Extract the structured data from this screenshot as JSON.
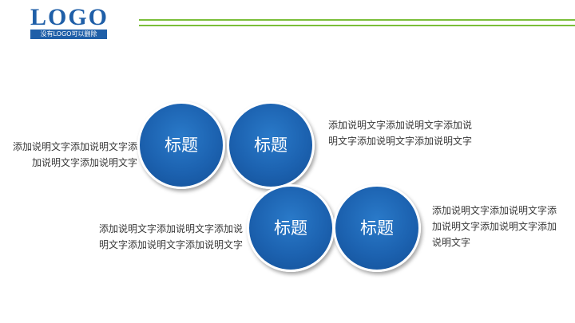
{
  "logo": {
    "title": "LOGO",
    "subtitle": "没有LOGO可以删除"
  },
  "items": [
    {
      "title": "标题",
      "description": "添加说明文字添加说明文字添加说明文字添加说明文字"
    },
    {
      "title": "标题",
      "description": "添加说明文字添加说明文字添加说明文字添加说明文字添加说明文字"
    },
    {
      "title": "标题",
      "description": "添加说明文字添加说明文字添加说明文字添加说明文字添加说明文字"
    },
    {
      "title": "标题",
      "description": "添加说明文字添加说明文字添加说明文字添加说明文字添加说明文字"
    }
  ],
  "colors": {
    "primary_blue": "#1f5fa8",
    "accent_green": "#7bbf3a",
    "text": "#3a3a3a"
  }
}
